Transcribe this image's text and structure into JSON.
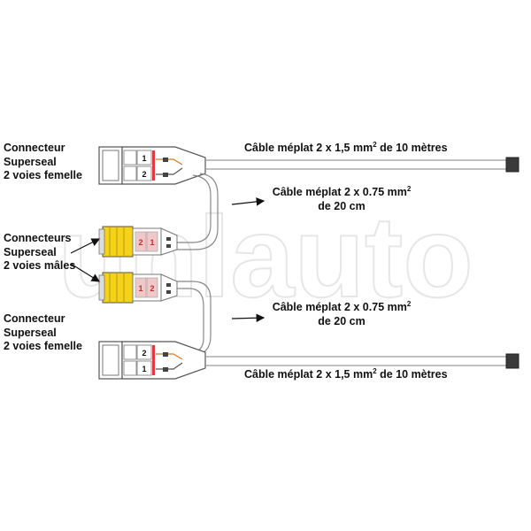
{
  "colors": {
    "background": "#ffffff",
    "cable": "#999999",
    "connector_yellow": "#f4d21a",
    "connector_red": "#e23b3b",
    "text": "#111111",
    "watermark": "#e6e6e6"
  },
  "watermark": "unlauto",
  "labels": {
    "top_female": [
      "Connecteur",
      "Superseal",
      "2 voies femelle"
    ],
    "males": [
      "Connecteurs",
      "Superseal",
      "2 voies mâles"
    ],
    "bottom_female": [
      "Connecteur",
      "Superseal",
      "2 voies femelle"
    ]
  },
  "cables": {
    "top_long": {
      "text": "Câble méplat 2 x 1,5 mm",
      "sup": "2",
      "tail": " de 10 mètres"
    },
    "top_short": {
      "line1": "Câble méplat 2 x 0.75 mm",
      "sup": "2",
      "line2": "de 20 cm"
    },
    "bottom_short": {
      "line1": "Câble méplat 2 x 0.75 mm",
      "sup": "2",
      "line2": "de 20 cm"
    },
    "bottom_long": {
      "text": "Câble méplat 2 x 1,5 mm",
      "sup": "2",
      "tail": " de 10 mètres"
    }
  },
  "pins": {
    "top_female": [
      "1",
      "2"
    ],
    "male_top": [
      "2",
      "1"
    ],
    "male_bottom": [
      "1",
      "2"
    ],
    "bottom_female": [
      "2",
      "1"
    ]
  }
}
